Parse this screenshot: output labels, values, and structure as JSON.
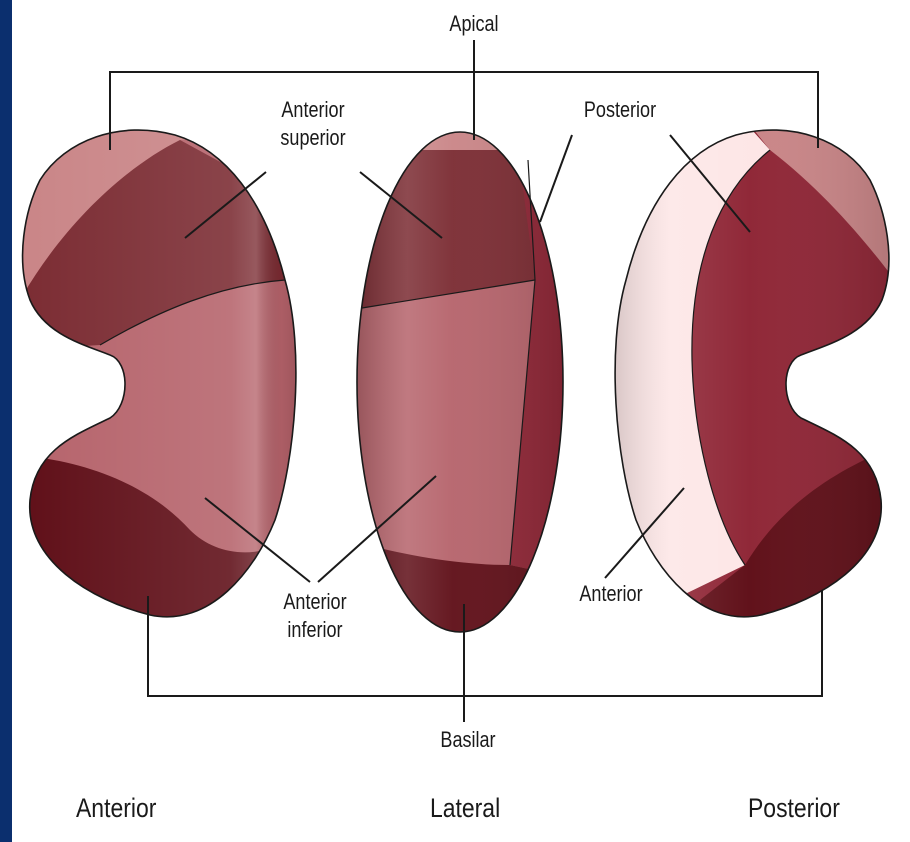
{
  "labels": {
    "apical": "Apical",
    "anterior_superior_line1": "Anterior",
    "anterior_superior_line2": "superior",
    "posterior": "Posterior",
    "anterior_inferior_line1": "Anterior",
    "anterior_inferior_line2": "inferior",
    "anterior": "Anterior",
    "basilar": "Basilar"
  },
  "views": {
    "anterior": "Anterior",
    "lateral": "Lateral",
    "posterior": "Posterior"
  },
  "colors": {
    "apical": "#c98486",
    "anterior_superior": "#7a2a31",
    "anterior_inferior": "#b5626a",
    "posterior": "#8e2434",
    "basilar": "#5e0d16",
    "anterior_posterior_view": "#fde6e6",
    "frame": "#0b2f6e"
  }
}
